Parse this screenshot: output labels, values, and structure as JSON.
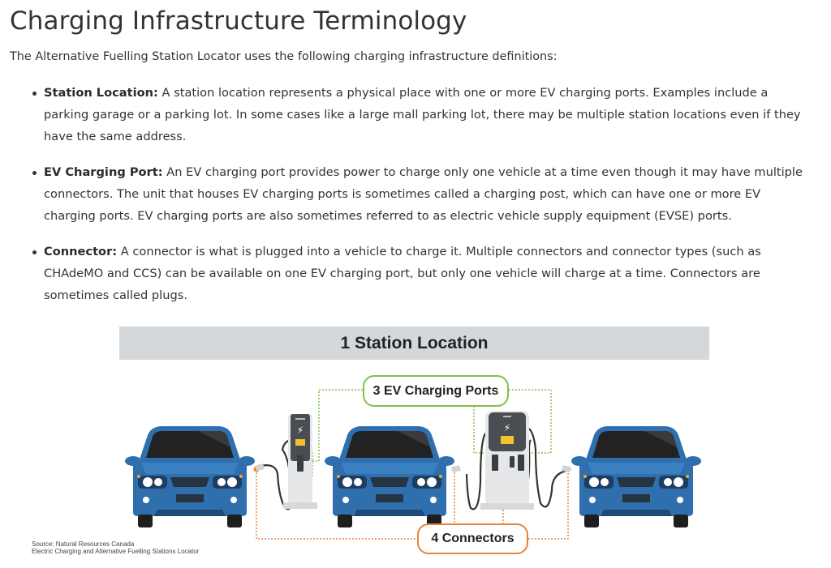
{
  "page": {
    "title": "Charging Infrastructure Terminology",
    "intro": "The Alternative Fuelling Station Locator uses the following charging infrastructure definitions:"
  },
  "definitions": [
    {
      "term": "Station Location:",
      "text": " A station location represents a physical place with one or more EV charging ports. Examples include a parking garage or a parking lot. In some cases like a large mall parking lot, there may be multiple station locations even if they have the same address."
    },
    {
      "term": "EV Charging Port:",
      "text": " An EV charging port provides power to charge only one vehicle at a time even though it may have multiple connectors. The unit that houses EV charging ports is sometimes called a charging post, which can have one or more EV charging ports. EV charging ports are also sometimes referred to as electric vehicle supply equipment (EVSE) ports."
    },
    {
      "term": "Connector:",
      "text": " A connector is what is plugged into a vehicle to charge it. Multiple connectors and connector types (such as CHAdeMO and CCS) can be available on one EV charging port, but only one vehicle will charge at a time. Connectors are sometimes called plugs."
    }
  ],
  "diagram": {
    "banner": "1 Station Location",
    "ports_label": "3 EV Charging Ports",
    "connectors_label": "4 Connectors",
    "source_line1": "Source: Natural Resources Canada",
    "source_line2": "Electric Charging and Alternative Fuelling Stations Locator",
    "colors": {
      "car_body": "#2f6fad",
      "ports_accent": "#7dc24a",
      "connectors_accent": "#e9833a",
      "banner_bg": "#d5d8da"
    }
  }
}
